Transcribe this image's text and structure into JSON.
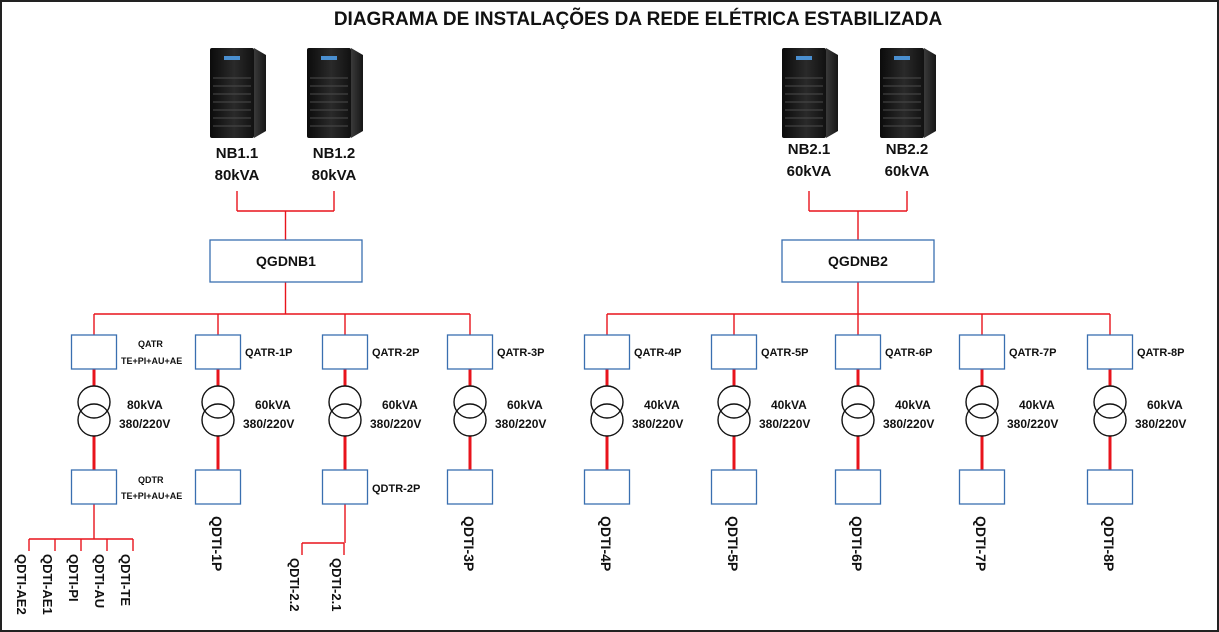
{
  "title": "DIAGRAMA DE INSTALAÇÕES DA REDE ELÉTRICA ESTABILIZADA",
  "groups": [
    {
      "ups": [
        {
          "name": "NB1.1",
          "power": "80kVA"
        },
        {
          "name": "NB1.2",
          "power": "80kVA"
        }
      ],
      "bus": "QGDNB1",
      "branches": [
        {
          "qatr_l1": "QATR",
          "qatr_l2": "TE+PI+AU+AE",
          "kva": "80kVA",
          "volt": "380/220V",
          "qdtr_l1": "QDTR",
          "qdtr_l2": "TE+PI+AU+AE",
          "subs": [
            "QDTI-AE2",
            "QDTI-AE1",
            "QDTI-PI",
            "QDTI-AU",
            "QDTI-TE"
          ]
        },
        {
          "qatr_l1": "QATR-1P",
          "kva": "60kVA",
          "volt": "380/220V",
          "qdti": "QDTI-1P"
        },
        {
          "qatr_l1": "QATR-2P",
          "kva": "60kVA",
          "volt": "380/220V",
          "qdtr_l1": "QDTR-2P",
          "subs": [
            "QDTI-2.2",
            "QDTI-2.1"
          ]
        },
        {
          "qatr_l1": "QATR-3P",
          "kva": "60kVA",
          "volt": "380/220V",
          "qdti": "QDTI-3P"
        }
      ]
    },
    {
      "ups": [
        {
          "name": "NB2.1",
          "power": "60kVA"
        },
        {
          "name": "NB2.2",
          "power": "60kVA"
        }
      ],
      "bus": "QGDNB2",
      "branches": [
        {
          "qatr_l1": "QATR-4P",
          "kva": "40kVA",
          "volt": "380/220V",
          "qdti": "QDTI-4P"
        },
        {
          "qatr_l1": "QATR-5P",
          "kva": "40kVA",
          "volt": "380/220V",
          "qdti": "QDTI-5P"
        },
        {
          "qatr_l1": "QATR-6P",
          "kva": "40kVA",
          "volt": "380/220V",
          "qdti": "QDTI-6P"
        },
        {
          "qatr_l1": "QATR-7P",
          "kva": "40kVA",
          "volt": "380/220V",
          "qdti": "QDTI-7P"
        },
        {
          "qatr_l1": "QATR-8P",
          "kva": "60kVA",
          "volt": "380/220V",
          "qdti": "QDTI-8P"
        }
      ]
    }
  ],
  "colors": {
    "wire": "#e8141c",
    "box_border": "#3a6fb0",
    "text": "#111111",
    "ups_body": "#1c1c1c"
  }
}
